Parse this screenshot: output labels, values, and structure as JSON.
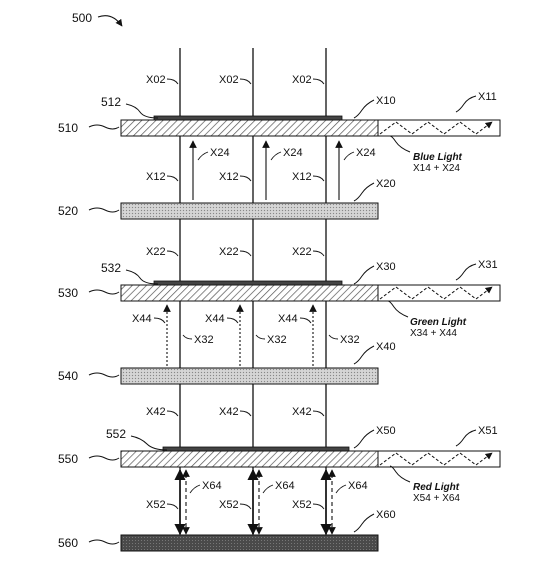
{
  "figure_number": "500",
  "layers": [
    {
      "label": "510",
      "ref": "X10",
      "fill": "hatch"
    },
    {
      "label": "520",
      "ref": "X20",
      "fill": "dots"
    },
    {
      "label": "530",
      "ref": "X30",
      "fill": "hatch"
    },
    {
      "label": "540",
      "ref": "X40",
      "fill": "dots"
    },
    {
      "label": "550",
      "ref": "X50",
      "fill": "hatch"
    },
    {
      "label": "560",
      "ref": "X60",
      "fill": "dark"
    }
  ],
  "films": [
    "512",
    "532",
    "552"
  ],
  "beam_labels": {
    "top": "X02",
    "s1_up": "X24",
    "s1_down": "X12",
    "s2_top": "X22",
    "s2_up": "X44",
    "s2_down": "X32",
    "s3_top": "X42",
    "s3_up": "X64",
    "s3_down": "X52"
  },
  "outputs": [
    {
      "ref": "X11",
      "name": "Blue Light",
      "formula": "X14 + X24"
    },
    {
      "ref": "X31",
      "name": "Green Light",
      "formula": "X34 + X44"
    },
    {
      "ref": "X51",
      "name": "Red Light",
      "formula": "X54 + X64"
    }
  ]
}
